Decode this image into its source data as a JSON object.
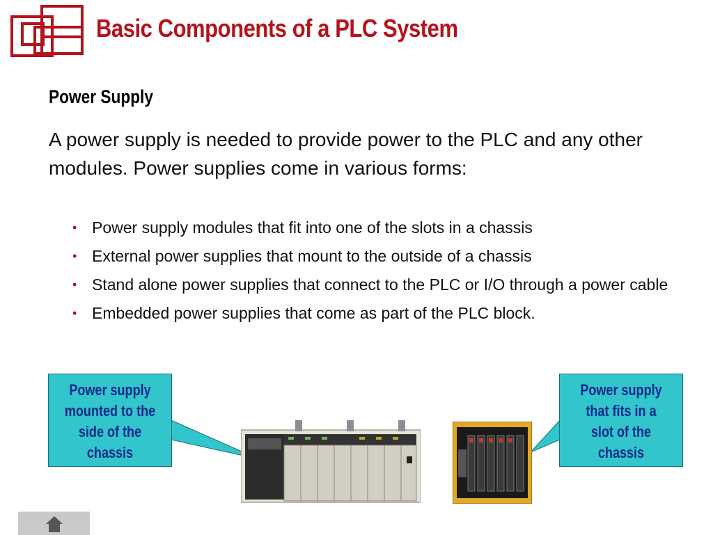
{
  "slide": {
    "title": "Basic Components of a PLC System",
    "section_heading": "Power Supply",
    "intro_text": "A power supply is needed to provide power to the PLC and any other modules.  Power supplies come in various forms:",
    "bullets": [
      "Power supply modules that fit into one of the slots in a chassis",
      "External power supplies that mount to the outside of a chassis",
      "Stand alone power supplies that connect to the PLC or I/O through a power cable",
      "Embedded power supplies that come as part of the PLC block."
    ]
  },
  "callouts": {
    "left": [
      "Power supply",
      "mounted to the",
      "side of the",
      "chassis"
    ],
    "right": [
      "Power supply",
      "that fits in a",
      "slot of the",
      "chassis"
    ]
  },
  "colors": {
    "title": "#b5121b",
    "callout_fill": "#33c5cc",
    "callout_text": "#0a2a8a",
    "bullet": "#b5121b"
  },
  "icons": {
    "logo": "nested-squares-logo",
    "home": "home-icon"
  }
}
